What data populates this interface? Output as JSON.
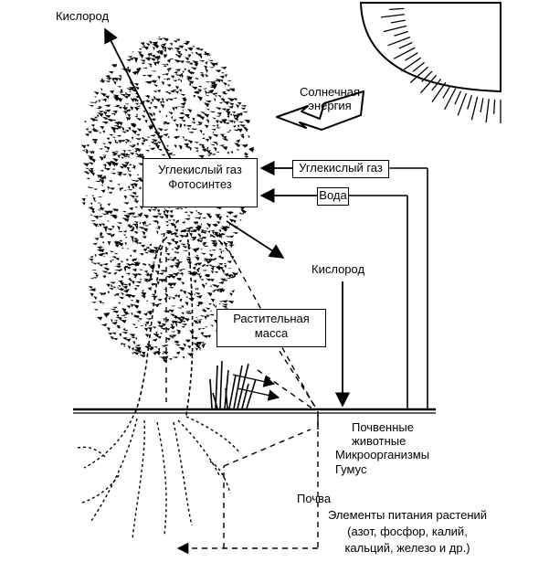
{
  "labels": {
    "oxygen_top": "Кислород",
    "solar_line1": "Солнечная",
    "solar_line2": "энергия",
    "co2_input": "Углекислый газ",
    "water": "Вода",
    "leaf_box_line1": "Углекислый газ",
    "leaf_box_line2": "Фотосинтез",
    "oxygen_mid": "Кислород",
    "plant_mass_line1": "Растительная",
    "plant_mass_line2": "масса",
    "soil_animals_line1": "Почвенные",
    "soil_animals_line2": "животные",
    "microorganisms": "Микроорганизмы",
    "humus": "Гумус",
    "soil": "Почва",
    "nutrients_line1": "Элементы питания растений",
    "nutrients_line2": "(азот, фосфор, калий,",
    "nutrients_line3": "кальций, железо и др.)"
  },
  "colors": {
    "ink": "#000000",
    "background": "#ffffff"
  },
  "icons": [
    "sun-icon",
    "tree-icon",
    "grass-icon",
    "roots-icon"
  ]
}
